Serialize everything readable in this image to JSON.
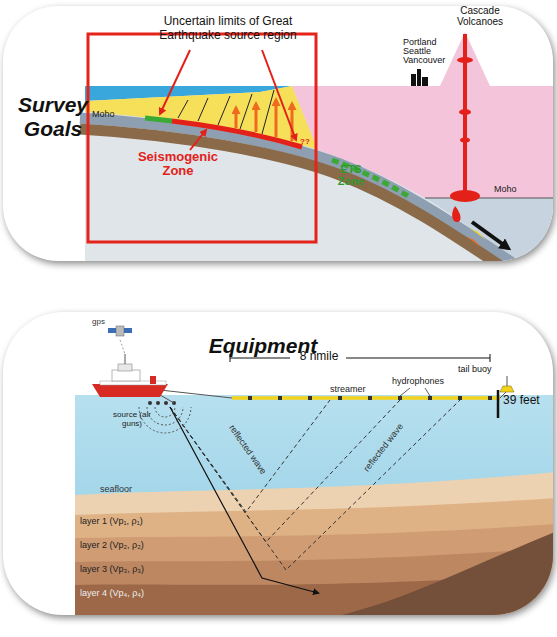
{
  "diagram": {
    "nodes": [
      {
        "text": [
          "Survey Goals"
        ]
      },
      {
        "text": [
          "Equipment"
        ]
      }
    ],
    "labels": [
      "Uncertain limits of Great Earthquake source region",
      "Portland Seattle Vancouver",
      "Cascade Volcanoes",
      "Moho",
      "Moho",
      "Seismogenic Zone",
      "ETS Zone",
      "??",
      "gps",
      "8 nmile",
      "tail buoy",
      "39 feet",
      "streamer",
      "hydrophones",
      "source (air guns)",
      "reflected wave",
      "reflected wave",
      "seafloor",
      "layer 1 (Vp₁, ρ₁)",
      "layer 2 (Vp₂, ρ₂)",
      "layer 3 (Vp₃, ρ₃)",
      "layer 4 (Vp₄, ρ₄)"
    ]
  }
}
